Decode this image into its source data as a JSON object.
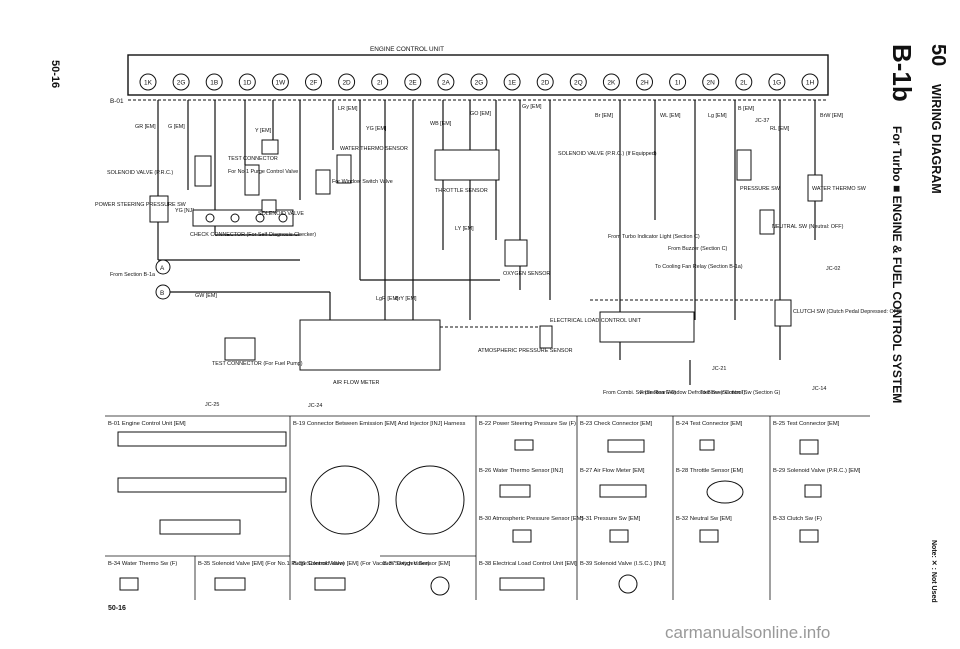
{
  "page": {
    "left_page_number": "50-16",
    "bottom_page_number": "50-16",
    "section_number": "50",
    "section_title": "WIRING DIAGRAM",
    "page_code": "B-1b",
    "subtitle": "For Turbo  ■  ENGINE & FUEL CONTROL SYSTEM",
    "note": "Note: ✕ : Not Used",
    "watermark": "carmanualsonline.info"
  },
  "unit": {
    "title": "ENGINE CONTROL UNIT",
    "code": "B-01",
    "terminals": [
      "1K",
      "2G",
      "1B",
      "1D",
      "1W",
      "2F",
      "2D",
      "2I",
      "2E",
      "2A",
      "2G",
      "1E",
      "2D",
      "2Q",
      "2K",
      "2H",
      "1I",
      "2N",
      "2L",
      "1G",
      "1H"
    ]
  },
  "components": [
    {
      "text": "POWER STEERING PRESSURE SW"
    },
    {
      "text": "SOLENOID VALVE (P.R.C.)"
    },
    {
      "text": "TEST CONNECTOR"
    },
    {
      "text": "For No.1 Purge Control Valve"
    },
    {
      "text": "CHECK CONNECTOR (For Self-Diagnosis Checker)"
    },
    {
      "text": "SOLENOID VALVE"
    },
    {
      "text": "WATER THERMO SENSOR"
    },
    {
      "text": "For Window Switch Valve"
    },
    {
      "text": "THROTTLE SENSOR"
    },
    {
      "text": "OXYGEN SENSOR"
    },
    {
      "text": "ATMOSPHERIC PRESSURE SENSOR"
    },
    {
      "text": "AIR FLOW METER"
    },
    {
      "text": "TEST CONNECTOR (For Fuel Pump)"
    },
    {
      "text": "SOLENOID VALVE (P.R.C.) (If Equipped)"
    },
    {
      "text": "ELECTRICAL LOAD CONTROL UNIT"
    },
    {
      "text": "From Turbo Indicator Light (Section C)"
    },
    {
      "text": "From Buzzer (Section C)"
    },
    {
      "text": "To Cooling Fan Relay (Section B-1a)"
    },
    {
      "text": "PRESSURE SW"
    },
    {
      "text": "NEUTRAL SW (Neutral: OFF)"
    },
    {
      "text": "WATER THERMO SW"
    },
    {
      "text": "CLUTCH SW (Clutch Pedal Depressed: OFF)"
    },
    {
      "text": "From Section B-1a"
    },
    {
      "text": "From Combi. Sw (Section E-6)"
    },
    {
      "text": "From Rear Window Defroster Sw (Section I)"
    },
    {
      "text": "To Blower Control Sw (Section G)"
    }
  ],
  "wire_labels": [
    "GR [EM]",
    "G [EM]",
    "Y [EM]",
    "LR [EM]",
    "YG [EM]",
    "GO [EM]",
    "WB [EM]",
    "Gy [EM]",
    "Br [EM]",
    "WL [EM]",
    "Lg [EM]",
    "B [EM]",
    "BrW [EM]",
    "RL [EM]",
    "LY [EM]",
    "YG [NJ]",
    "GW [EM]",
    "BrY [EM]",
    "LgR [EM]"
  ],
  "connector_legends": [
    {
      "id": "B-01",
      "text": "B-01 Engine Control Unit [EM]"
    },
    {
      "id": "B-19",
      "text": "B-19 Connector Between Emission [EM] And Injector [INJ] Harness"
    },
    {
      "id": "B-22",
      "text": "B-22 Power Steering Pressure Sw (F)"
    },
    {
      "id": "B-23",
      "text": "B-23 Check Connector [EM]"
    },
    {
      "id": "B-24",
      "text": "B-24 Test Connector [EM]"
    },
    {
      "id": "B-25",
      "text": "B-25 Test Connector [EM]"
    },
    {
      "id": "B-26",
      "text": "B-26 Water Thermo Sensor [INJ]"
    },
    {
      "id": "B-27",
      "text": "B-27 Air Flow Meter [EM]"
    },
    {
      "id": "B-28",
      "text": "B-28 Throttle Sensor [EM]"
    },
    {
      "id": "B-29",
      "text": "B-29 Solenoid Valve (P.R.C.) [EM]"
    },
    {
      "id": "B-30",
      "text": "B-30 Atmospheric Pressure Sensor [EM]"
    },
    {
      "id": "B-31",
      "text": "B-31 Pressure Sw [EM]"
    },
    {
      "id": "B-32",
      "text": "B-32 Neutral Sw [EM]"
    },
    {
      "id": "B-33",
      "text": "B-33 Clutch Sw (F)"
    },
    {
      "id": "B-34",
      "text": "B-34 Water Thermo Sw (F)"
    },
    {
      "id": "B-35",
      "text": "B-35 Solenoid Valve [EM] (For No.1 Purge Control Valve)"
    },
    {
      "id": "B-36",
      "text": "B-36 Solenoid Valve [EM] (For Vacuum Switch Valve)"
    },
    {
      "id": "B-37",
      "text": "B-37 Oxygen Sensor [EM]"
    },
    {
      "id": "B-38",
      "text": "B-38 Electrical Load Control Unit [EM]"
    },
    {
      "id": "B-39",
      "text": "B-39 Solenoid Valve (I.S.C.) [INJ]"
    }
  ],
  "joints": [
    "JC-24",
    "JC-25",
    "JC-21",
    "JC-37",
    "JC-02",
    "JC-14"
  ]
}
